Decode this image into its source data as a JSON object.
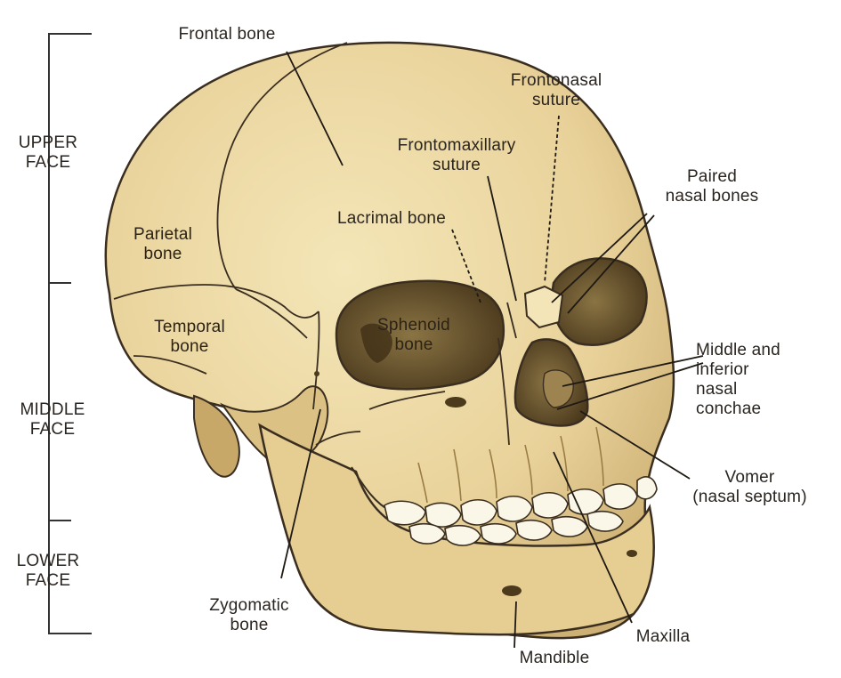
{
  "face_regions": {
    "upper": "UPPER\nFACE",
    "middle": "MIDDLE\nFACE",
    "lower": "LOWER\nFACE"
  },
  "labels": {
    "frontal_bone": "Frontal bone",
    "frontonasal_suture": "Frontonasal\nsuture",
    "frontomaxillary_suture": "Frontomaxillary\nsuture",
    "paired_nasal_bones": "Paired\nnasal bones",
    "lacrimal_bone": "Lacrimal bone",
    "parietal_bone": "Parietal\nbone",
    "temporal_bone": "Temporal\nbone",
    "sphenoid_bone": "Sphenoid\nbone",
    "middle_inferior_conchae": "Middle and\ninferior\nnasal\nconchae",
    "vomer": "Vomer\n(nasal septum)",
    "zygomatic_bone": "Zygomatic\nbone",
    "maxilla": "Maxilla",
    "mandible": "Mandible"
  },
  "colors": {
    "bone": "#eedba6",
    "bone_shadow": "#c9ac6c",
    "cavity": "#6b5530",
    "line": "#3a2e20",
    "teeth": "#faf6e8"
  }
}
